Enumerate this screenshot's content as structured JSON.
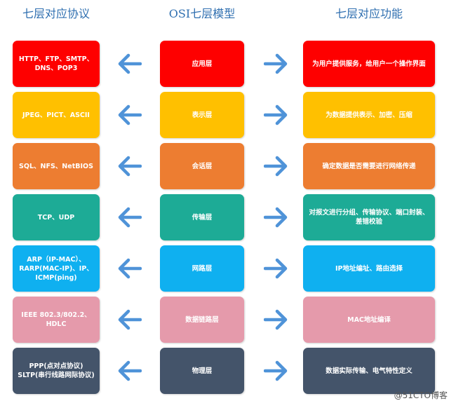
{
  "headings": {
    "left": "七层对应协议",
    "middle": "OSI七层模型",
    "right": "七层对应功能"
  },
  "layers": [
    {
      "name": "应用层",
      "protocols": "HTTP、FTP、SMTP、DNS、POP3",
      "function": "为用户提供服务，给用户一个操作界面",
      "color": "#fe0000",
      "text_color": "#ffffff"
    },
    {
      "name": "表示层",
      "protocols": "JPEG、PICT、ASCII",
      "function": "为数据提供表示、加密、压缩",
      "color": "#ffc000",
      "text_color": "#ffffff"
    },
    {
      "name": "会话层",
      "protocols": "SQL、NFS、NetBIOS",
      "function": "确定数据是否需要进行网络传递",
      "color": "#ed7d31",
      "text_color": "#ffffff"
    },
    {
      "name": "传输层",
      "protocols": "TCP、UDP",
      "function": "对报文进行分组、传输协议、端口封装、差错校验",
      "color": "#1dab96",
      "text_color": "#ffffff"
    },
    {
      "name": "网路层",
      "protocols": "ARP（IP-MAC）、RARP(MAC-IP)、IP、ICMP(ping)",
      "function": "IP地址编址、路由选择",
      "color": "#0fb0f0",
      "text_color": "#ffffff"
    },
    {
      "name": "数据链路层",
      "protocols": "IEEE 802.3/802.2、HDLC",
      "function": "MAC地址编译",
      "color": "#e59aab",
      "text_color": "#ffffff"
    },
    {
      "name": "物理层",
      "protocols": "PPP(点对点协议) SLTP(串行线路网际协议)",
      "function": "数据实际传输、电气特性定义",
      "color": "#44546a",
      "text_color": "#ffffff"
    }
  ],
  "arrow_color": "#4f93d8",
  "watermark": "@51CTO博客"
}
